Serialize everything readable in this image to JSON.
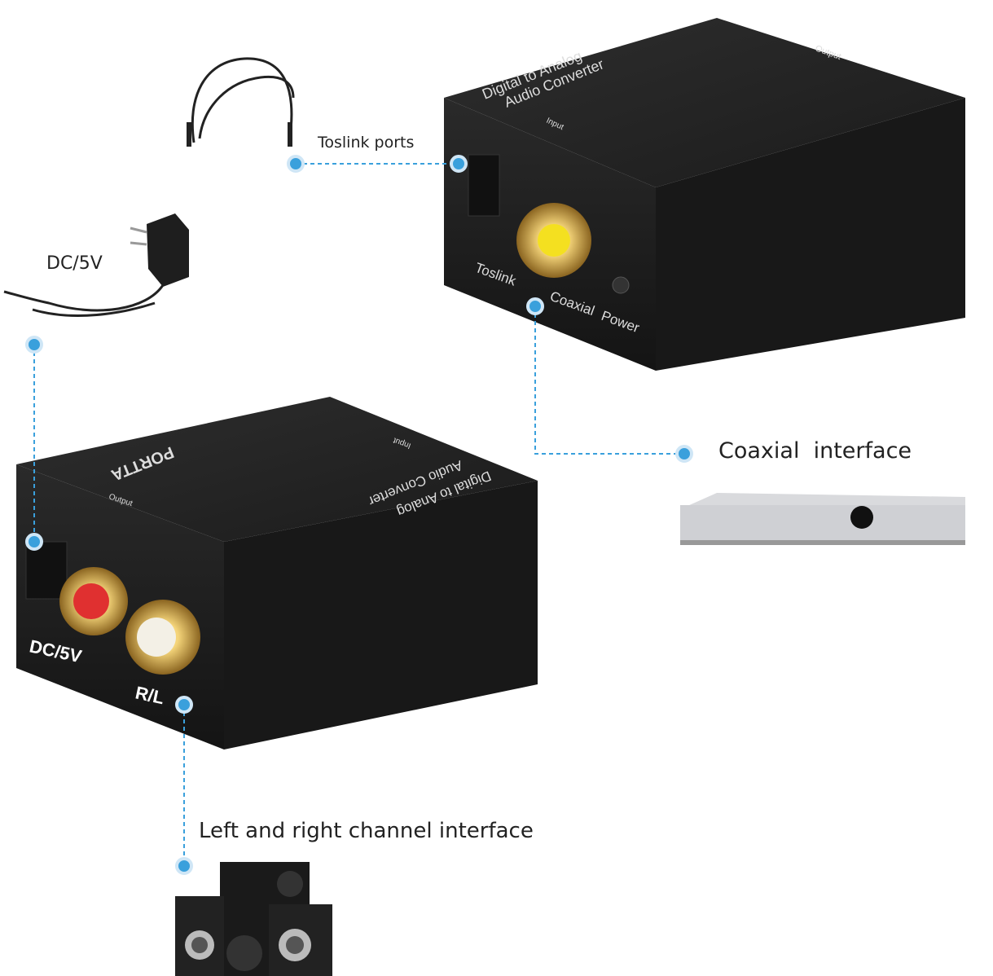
{
  "callouts": {
    "toslink_ports": "Toslink ports",
    "dc_5v": "DC/5V",
    "coaxial_interface": "Coaxial  interface",
    "lr_channel_interface": "Left and right channel interface"
  },
  "upper_device": {
    "title_line1": "Digital  to Analog",
    "title_line2": "Audio Converter",
    "input_label": "Input",
    "output_label": "Output",
    "port_toslink": "Toslink",
    "port_coaxial": "Coaxial",
    "port_power": "Power"
  },
  "lower_device": {
    "brand": "PORTTA",
    "title_line1": "Digital  to Analog",
    "title_line2": "Audio Converter",
    "input_label": "Input",
    "output_label": "Output",
    "port_dc": "DC/5V",
    "port_rl": "R/L"
  },
  "colors": {
    "accent": "#3aa0dc",
    "device": "#1c1c1c"
  }
}
